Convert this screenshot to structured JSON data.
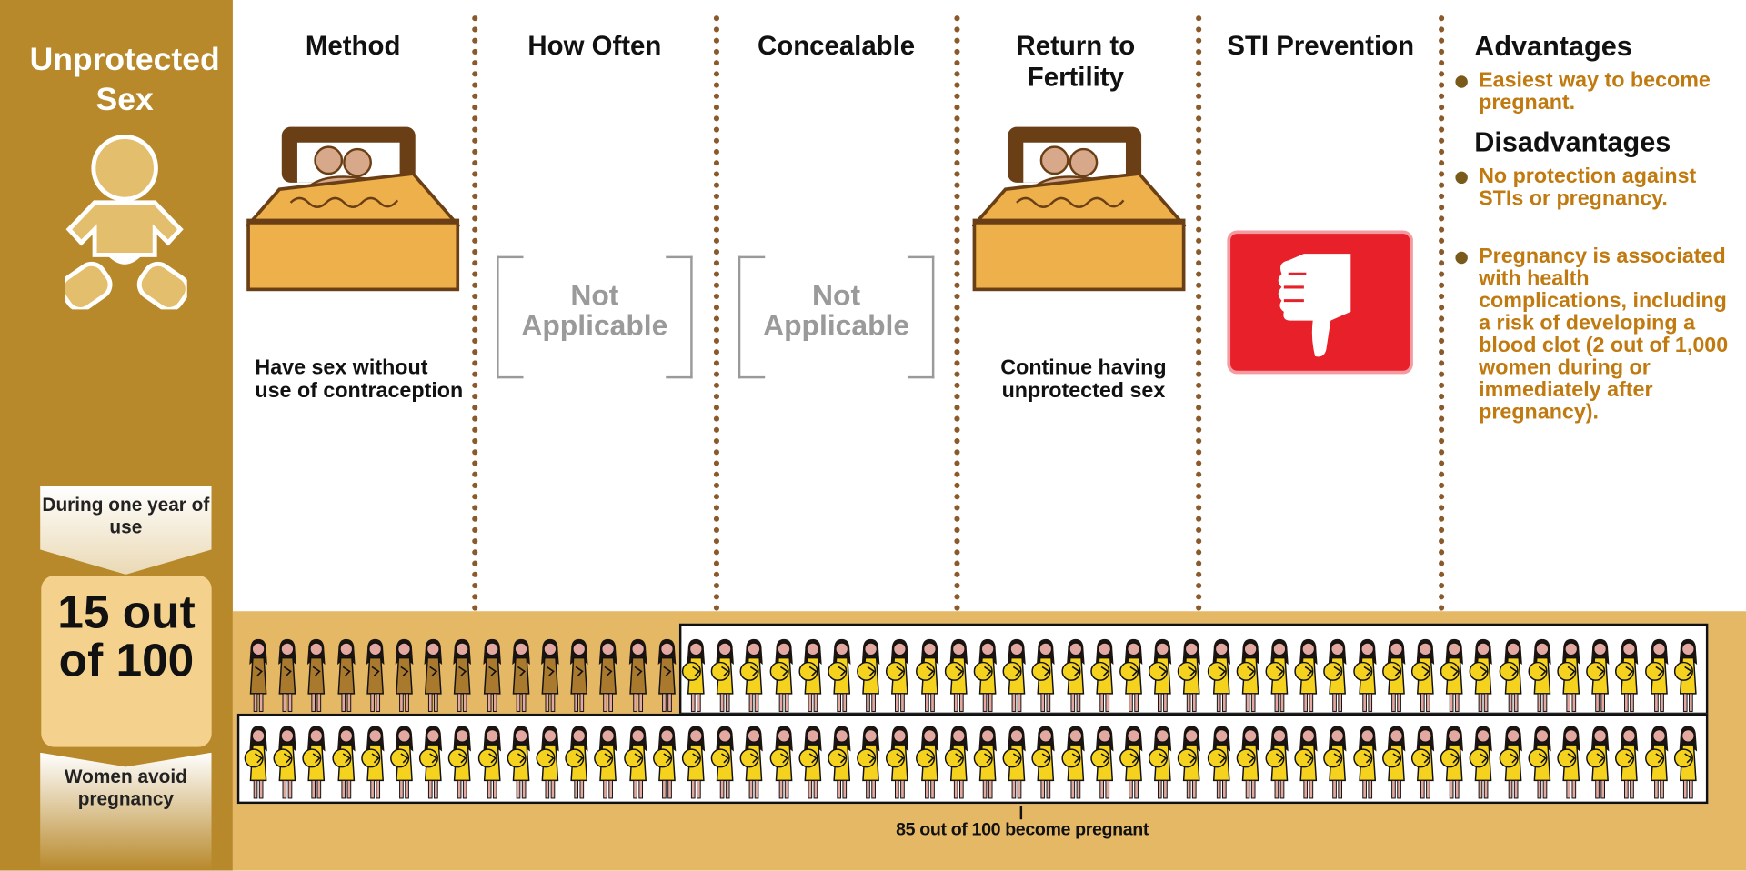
{
  "sidebar": {
    "title": "Unprotected Sex",
    "top_label": "During one year of use",
    "stat": "15 out of 100",
    "bottom_label": "Women avoid pregnancy",
    "icon": "baby-icon"
  },
  "columns": {
    "method": {
      "header": "Method",
      "caption": "Have sex without use of contraception",
      "icon": "bed-couple-icon"
    },
    "how_often": {
      "header": "How Often",
      "value": "Not Applicable"
    },
    "concealable": {
      "header": "Concealable",
      "value": "Not Applicable"
    },
    "return_fertility": {
      "header": "Return to Fertility",
      "caption": "Continue having unprotected sex",
      "icon": "bed-couple-icon"
    },
    "sti": {
      "header": "STI Prevention",
      "icon": "thumbs-down-icon",
      "color": "#E8202A"
    }
  },
  "advantages": {
    "header": "Advantages",
    "items": [
      "Easiest way to become pregnant."
    ]
  },
  "disadvantages": {
    "header": "Disadvantages",
    "items": [
      "No protection against STIs or pregnancy.",
      "Pregnancy is associated with health complications, including a risk of developing a blood clot (2 out of 1,000 women during or immediately after pregnancy)."
    ]
  },
  "figures": {
    "total": 100,
    "not_pregnant": 15,
    "pregnant": 85,
    "caption": "85 out of 100 become pregnant"
  },
  "colors": {
    "sidebar": "#B8892B",
    "bottom_band": "#E5B865",
    "divider": "#8B5A2B",
    "bullet_text": "#C07A10",
    "pregnant_dress": "#F5D21E",
    "not_pregnant_dress": "#A9792E"
  }
}
